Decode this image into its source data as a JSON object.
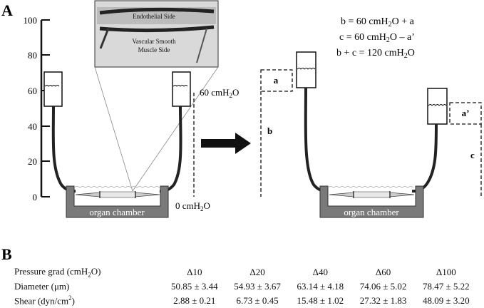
{
  "panel_a": {
    "label": "A",
    "axis_ticks": [
      "100",
      "80",
      "60",
      "40",
      "20",
      "0"
    ],
    "inset": {
      "top_label": "Endothelial Side",
      "bottom_label_line1": "Vascular Smooth",
      "bottom_label_line2": "Muscle Side"
    },
    "level_60": "60 cmH",
    "level_0": "0 cmH",
    "subscript_2": "2",
    "level_unit_o": "O",
    "chamber_label_left": "organ chamber",
    "chamber_label_right": "organ chamber",
    "equations": {
      "eq1": "b = 60 cmH",
      "eq1_tail": "O + a",
      "eq2": "c = 60 cmH",
      "eq2_tail": "O – a’",
      "eq3": "b + c = 120 cmH",
      "eq3_tail": "O"
    },
    "dim_labels": {
      "a": "a",
      "a_prime": "a’",
      "b": "b",
      "c": "c"
    }
  },
  "panel_b": {
    "label": "B",
    "header_row": {
      "label": "Pressure grad (cmH",
      "label_tail": "O)",
      "values": [
        "Δ10",
        "Δ20",
        "Δ40",
        "Δ60",
        "Δ100"
      ]
    },
    "diameter_row": {
      "label": "Diameter  (μm)",
      "values": [
        "50.85 ± 3.44",
        "54.93 ± 3.67",
        "63.14 ± 4.18",
        "74.06 ± 5.02",
        "78.47 ± 5.22"
      ]
    },
    "shear_row": {
      "label": "Shear (dyn/cm",
      "label_tail": ")",
      "superscript": "2",
      "values": [
        "2.88 ± 0.21",
        "6.73 ± 0.45",
        "15.48 ± 1.02",
        "27.32 ± 1.83",
        "48.09 ± 3.20"
      ]
    }
  }
}
